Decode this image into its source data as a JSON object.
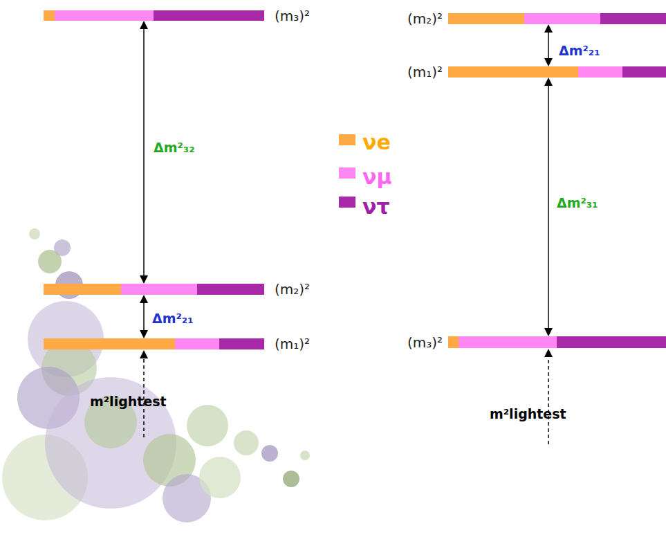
{
  "diagram": {
    "nodes": [
      {
        "text": [
          "(m₃)²"
        ]
      },
      {
        "text": [
          "(m₂)²"
        ]
      },
      {
        "text": [
          "(m₁)²"
        ]
      },
      {
        "text": [
          "(m₂)²"
        ]
      },
      {
        "text": [
          "(m₁)²"
        ]
      },
      {
        "text": [
          "(m₃)²"
        ]
      }
    ],
    "edges": [
      {
        "from": 0,
        "to": 1,
        "arrow": "both",
        "label": "Δm²₃₂"
      },
      {
        "from": 1,
        "to": 2,
        "arrow": "both",
        "label": "Δm²₂₁"
      },
      {
        "from": 3,
        "to": 4,
        "arrow": "both",
        "label": "Δm²₂₁"
      },
      {
        "from": 4,
        "to": 5,
        "arrow": "both",
        "label": "Δm²₃₁"
      }
    ],
    "labels": [
      "m²lightest",
      "m²lightest"
    ],
    "legend": [
      {
        "text": "νe",
        "color": "#FFAA44"
      },
      {
        "text": "νμ",
        "color": "#FF88F4"
      },
      {
        "text": "ντ",
        "color": "#A82AA8"
      }
    ]
  }
}
